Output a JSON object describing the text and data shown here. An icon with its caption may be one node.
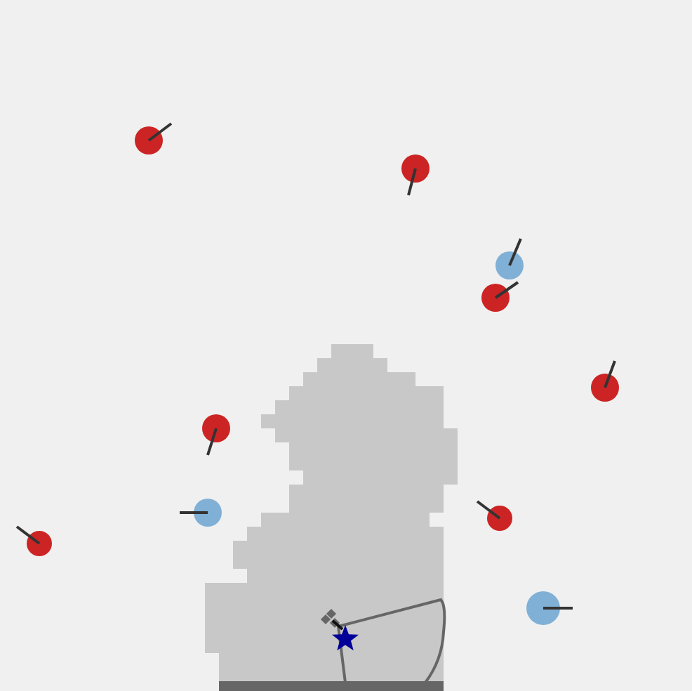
{
  "diagram": {
    "nodes": [
      {
        "text": [],
        "shape": "circle"
      },
      {
        "text": [],
        "shape": "circle"
      },
      {
        "text": [],
        "shape": "circle"
      },
      {
        "text": [],
        "shape": "circle"
      },
      {
        "text": [],
        "shape": "circle"
      },
      {
        "text": [],
        "shape": "circle"
      },
      {
        "text": [],
        "shape": "circle"
      },
      {
        "text": [],
        "shape": "circle"
      },
      {
        "text": [],
        "shape": "circle"
      },
      {
        "text": [],
        "shape": "circle"
      },
      {
        "text": [],
        "shape": "picture"
      },
      {
        "text": [],
        "shape": "star"
      }
    ]
  }
}
